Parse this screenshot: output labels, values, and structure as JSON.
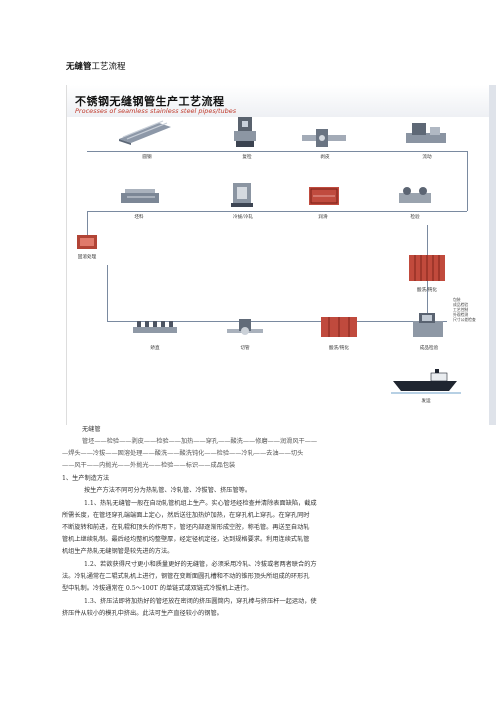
{
  "doc_title_bold": "无缝管",
  "doc_title_rest": "工艺流程",
  "figure": {
    "title": "不锈钢无缝钢管生产工艺流程",
    "subtitle": "Processes of seamless stainless steel pipes/tubes",
    "stages": {
      "s1": "圆钢",
      "s2": "复检",
      "s3": "剥皮",
      "s4": "流动",
      "s5": "坯料",
      "s6": "冷拔/冷轧",
      "s7": "润滑",
      "s8": "检验",
      "s9": "固溶处理",
      "s10": "酸洗/钝化",
      "s11": "矫直",
      "s12": "切管",
      "s13": "酸洗/钝化",
      "s14": "成品检验",
      "s15": "发运"
    },
    "inspect_notes": [
      "包装",
      "成品检验",
      "工艺控制",
      "外观检测",
      "尺寸公差检查"
    ]
  },
  "seq_label": "无缝管",
  "seq_lines": [
    "管坯——检验——剥皮——检验——加热——穿孔——酸洗——修磨——润滑风干——",
    "—焊头——冷拔——固溶处理——酸洗——酸洗钝化——检验——冷轧——去油——切头",
    "——风干——内抛光——外抛光——检验——标识——成品包装"
  ],
  "sec1": "1、生产制造方法",
  "p1": "按生产方法不同可分为热轧管、冷轧管、冷拔管、挤压管等。",
  "p11": [
    "1.1、热轧无缝管一般在自动轧管机组上生产。实心管坯经检查并清除表面缺陷，截成",
    "所需长度，在管坯穿孔端端面上定心，然后送往加热炉加热，在穿孔机上穿孔。在穿孔同时",
    "不断旋转和前进，在轧辊和顶头的作用下，管坯内部逐渐形成空腔，称毛管。再送至自动轧",
    "管机上继续轧制。最后经均整机均整壁厚，经定径机定径，达到规格要求。利用连续式轧管",
    "机组生产热轧无缝钢管是较先进的方法。"
  ],
  "p12": [
    "1.2、若欲获得尺寸更小和质量更好的无缝管，必须采用冷轧、冷拔或者两者联合的方",
    "法。冷轧通常在二辊式轧机上进行，钢管在变断面圆孔槽和不动的锥形顶头所组成的环形孔",
    "型中轧制。冷拔通常在 0.5～100T 的单链式或双链式冷拔机上进行。"
  ],
  "p13": [
    "1.3、挤压法即将加热好的管坯放在密闭的挤压圆筒内，穿孔棒与挤压杆一起运动，使",
    "挤压件从较小的模孔中挤出。此法可生产直径较小的钢管。"
  ]
}
